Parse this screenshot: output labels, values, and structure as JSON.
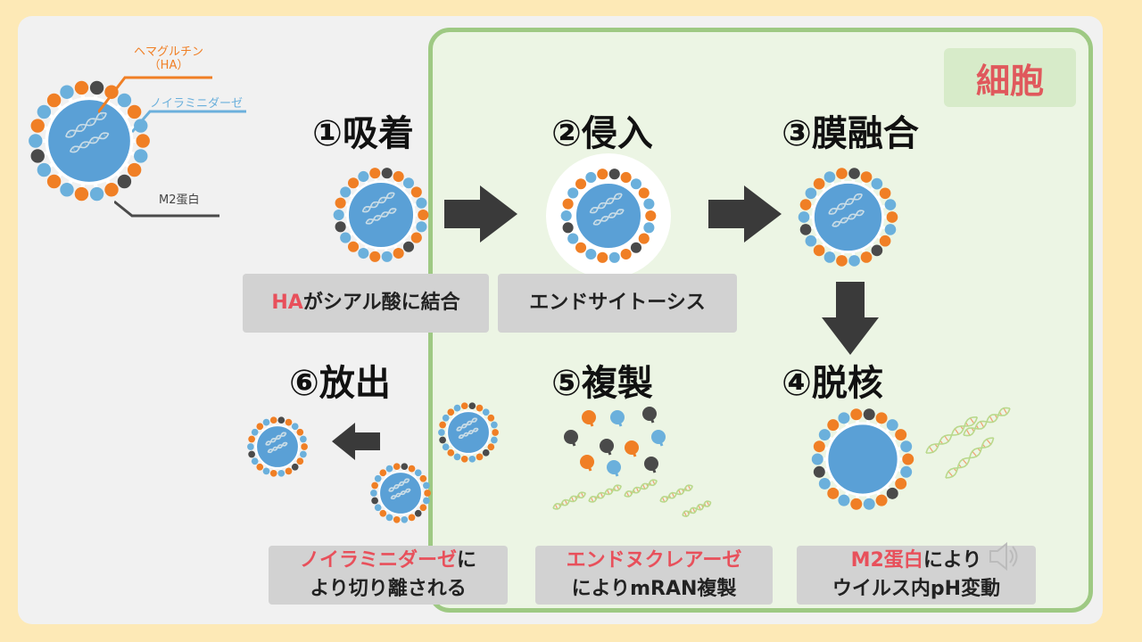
{
  "cell": {
    "label": "細胞"
  },
  "legend": {
    "ha_line1": "ヘマグルチン",
    "ha_line2": "（HA）",
    "na": "ノイラミニダーゼ",
    "m2": "M2蛋白"
  },
  "steps": {
    "s1": "①吸着",
    "s2": "②侵入",
    "s3": "③膜融合",
    "s4": "④脱核",
    "s5": "⑤複製",
    "s6": "⑥放出"
  },
  "captions": {
    "c1_hl": "HA",
    "c1_rest": "がシアル酸に結合",
    "c2": "エンドサイトーシス",
    "c6_hl": "ノイラミニダーゼ",
    "c6_rest1": "に",
    "c6_line2": "より切り離される",
    "c5_hl": "エンドヌクレアーゼ",
    "c5_line2": "によりmRAN複製",
    "c4_hl": "M2蛋白",
    "c4_rest1": "により",
    "c4_line2": "ウイルス内pH変動"
  },
  "colors": {
    "virus_body": "#5aa0d6",
    "ha_spike": "#f07f25",
    "na_spike": "#6bb0dc",
    "m2_protein": "#4a4a4a",
    "cell_fill": "#ecf5e4",
    "cell_border": "#9ec983",
    "highlight": "#e8505b"
  },
  "icons": [
    "virus-icon",
    "rna-strand-icon",
    "arrow-right-icon",
    "arrow-down-icon",
    "arrow-left-icon",
    "speaker-icon"
  ]
}
